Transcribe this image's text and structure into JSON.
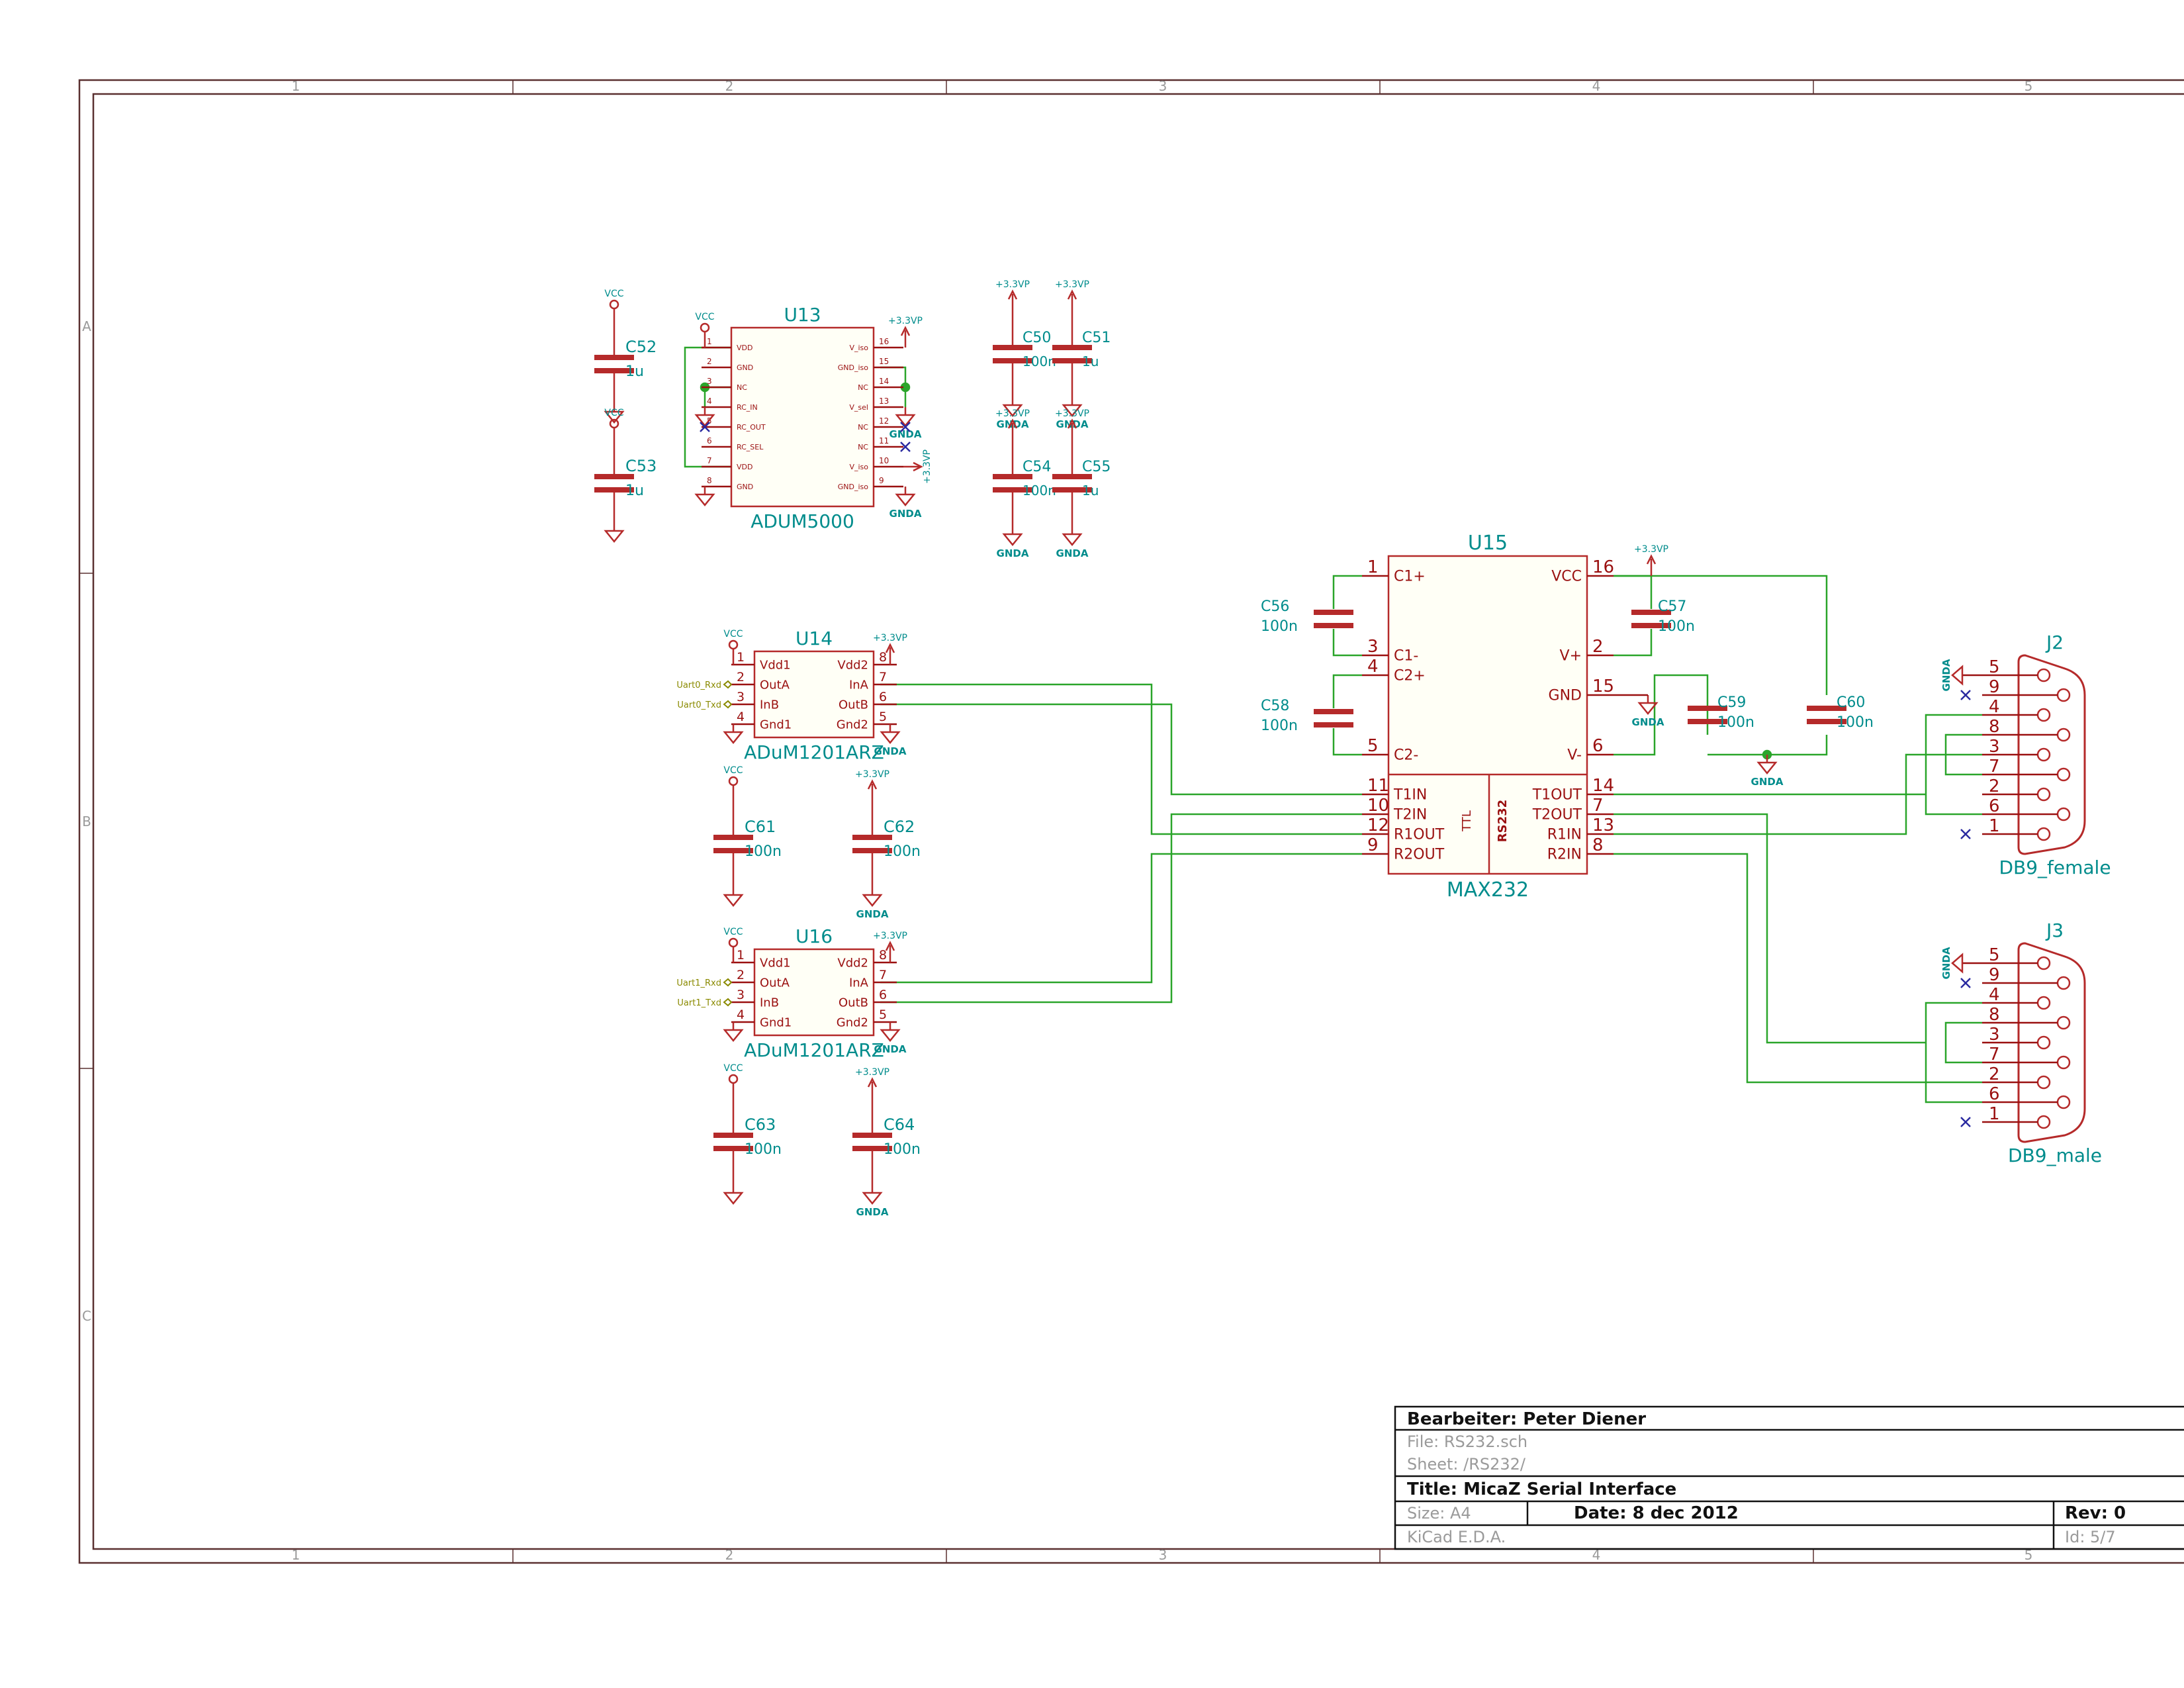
{
  "colors": {
    "frame": "#5a3030",
    "body": "#b52a2a",
    "pin": "#9a1010",
    "label": "#008c8c",
    "wire": "#2aa52a",
    "noconn": "#2a2aa0",
    "netlabel": "#8a8a00",
    "text": "#111111",
    "grey": "#9a9a9a"
  },
  "frame": {
    "col_numbers": [
      "1",
      "2",
      "3",
      "4",
      "5"
    ],
    "row_letters": [
      "A",
      "B",
      "C"
    ]
  },
  "power": {
    "vcc": "VCC",
    "p33": "+3.3VP",
    "gnda": "GNDA"
  },
  "nets": {
    "u0rxd": "Uart0_Rxd",
    "u0txd": "Uart0_Txd",
    "u1rxd": "Uart1_Rxd",
    "u1txd": "Uart1_Txd"
  },
  "caps": {
    "C52": {
      "ref": "C52",
      "val": "1u"
    },
    "C53": {
      "ref": "C53",
      "val": "1u"
    },
    "C50": {
      "ref": "C50",
      "val": "100n"
    },
    "C51": {
      "ref": "C51",
      "val": "1u"
    },
    "C54": {
      "ref": "C54",
      "val": "100n"
    },
    "C55": {
      "ref": "C55",
      "val": "1u"
    },
    "C56": {
      "ref": "C56",
      "val": "100n"
    },
    "C57": {
      "ref": "C57",
      "val": "100n"
    },
    "C58": {
      "ref": "C58",
      "val": "100n"
    },
    "C59": {
      "ref": "C59",
      "val": "100n"
    },
    "C60": {
      "ref": "C60",
      "val": "100n"
    },
    "C61": {
      "ref": "C61",
      "val": "100n"
    },
    "C62": {
      "ref": "C62",
      "val": "100n"
    },
    "C63": {
      "ref": "C63",
      "val": "100n"
    },
    "C64": {
      "ref": "C64",
      "val": "100n"
    }
  },
  "u13": {
    "ref": "U13",
    "value": "ADUM5000",
    "left_pins": [
      {
        "num": "1",
        "name": "VDD"
      },
      {
        "num": "2",
        "name": "GND"
      },
      {
        "num": "3",
        "name": "NC"
      },
      {
        "num": "4",
        "name": "RC_IN"
      },
      {
        "num": "5",
        "name": "RC_OUT"
      },
      {
        "num": "6",
        "name": "RC_SEL"
      },
      {
        "num": "7",
        "name": "VDD"
      },
      {
        "num": "8",
        "name": "GND"
      }
    ],
    "right_pins": [
      {
        "num": "16",
        "name": "V_iso"
      },
      {
        "num": "15",
        "name": "GND_iso"
      },
      {
        "num": "14",
        "name": "NC"
      },
      {
        "num": "13",
        "name": "V_sel"
      },
      {
        "num": "12",
        "name": "NC"
      },
      {
        "num": "11",
        "name": "NC"
      },
      {
        "num": "10",
        "name": "V_iso"
      },
      {
        "num": "9",
        "name": "GND_iso"
      }
    ]
  },
  "u14": {
    "ref": "U14",
    "value": "ADuM1201ARZ",
    "left_pins": [
      {
        "num": "1",
        "name": "Vdd1"
      },
      {
        "num": "2",
        "name": "OutA"
      },
      {
        "num": "3",
        "name": "InB"
      },
      {
        "num": "4",
        "name": "Gnd1"
      }
    ],
    "right_pins": [
      {
        "num": "8",
        "name": "Vdd2"
      },
      {
        "num": "7",
        "name": "InA"
      },
      {
        "num": "6",
        "name": "OutB"
      },
      {
        "num": "5",
        "name": "Gnd2"
      }
    ]
  },
  "u16": {
    "ref": "U16",
    "value": "ADuM1201ARZ",
    "left_pins": [
      {
        "num": "1",
        "name": "Vdd1"
      },
      {
        "num": "2",
        "name": "OutA"
      },
      {
        "num": "3",
        "name": "InB"
      },
      {
        "num": "4",
        "name": "Gnd1"
      }
    ],
    "right_pins": [
      {
        "num": "8",
        "name": "Vdd2"
      },
      {
        "num": "7",
        "name": "InA"
      },
      {
        "num": "6",
        "name": "OutB"
      },
      {
        "num": "5",
        "name": "Gnd2"
      }
    ]
  },
  "u15": {
    "ref": "U15",
    "value": "MAX232",
    "ttl": "TTL",
    "rs232": "RS232",
    "left_pins": [
      {
        "num": "1",
        "name": "C1+"
      },
      {
        "num": "3",
        "name": "C1-"
      },
      {
        "num": "4",
        "name": "C2+"
      },
      {
        "num": "5",
        "name": "C2-"
      },
      {
        "num": "11",
        "name": "T1IN"
      },
      {
        "num": "10",
        "name": "T2IN"
      },
      {
        "num": "12",
        "name": "R1OUT"
      },
      {
        "num": "9",
        "name": "R2OUT"
      }
    ],
    "right_pins": [
      {
        "num": "16",
        "name": "VCC"
      },
      {
        "num": "2",
        "name": "V+"
      },
      {
        "num": "15",
        "name": "GND"
      },
      {
        "num": "6",
        "name": "V-"
      },
      {
        "num": "14",
        "name": "T1OUT"
      },
      {
        "num": "7",
        "name": "T2OUT"
      },
      {
        "num": "13",
        "name": "R1IN"
      },
      {
        "num": "8",
        "name": "R2IN"
      }
    ]
  },
  "j2": {
    "ref": "J2",
    "value": "DB9_female",
    "pins": [
      "5",
      "9",
      "4",
      "8",
      "3",
      "7",
      "2",
      "6",
      "1"
    ]
  },
  "j3": {
    "ref": "J3",
    "value": "DB9_male",
    "pins": [
      "5",
      "9",
      "4",
      "8",
      "3",
      "7",
      "2",
      "6",
      "1"
    ]
  },
  "titleblock": {
    "editor": "Bearbeiter: Peter Diener",
    "file": "File: RS232.sch",
    "sheet": "Sheet: /RS232/",
    "title": "Title: MicaZ Serial Interface",
    "size": "Size: A4",
    "date": "Date: 8 dec 2012",
    "rev": "Rev: 0",
    "kicad": "KiCad E.D.A.",
    "id": "Id: 5/7"
  }
}
